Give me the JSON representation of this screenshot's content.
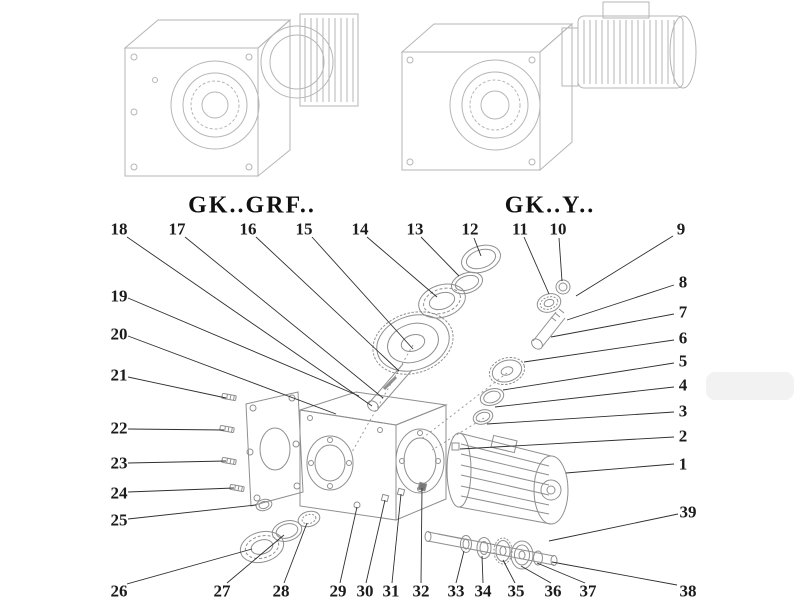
{
  "titles": {
    "left": "GK..GRF..",
    "right": "GK..Y.."
  },
  "callouts": {
    "1": "1",
    "2": "2",
    "3": "3",
    "4": "4",
    "5": "5",
    "6": "6",
    "7": "7",
    "8": "8",
    "9": "9",
    "10": "10",
    "11": "11",
    "12": "12",
    "13": "13",
    "14": "14",
    "15": "15",
    "16": "16",
    "17": "17",
    "18": "18",
    "19": "19",
    "20": "20",
    "21": "21",
    "22": "22",
    "23": "23",
    "24": "24",
    "25": "25",
    "26": "26",
    "27": "27",
    "28": "28",
    "29": "29",
    "30": "30",
    "31": "31",
    "32": "32",
    "33": "33",
    "34": "34",
    "35": "35",
    "36": "36",
    "37": "37",
    "38": "38",
    "39": "39"
  },
  "colors": {
    "background": "#ffffff",
    "leader_line": "#2f2f2f",
    "part_outline": "#8f8f8f",
    "assembled_outline": "#b6b6b6",
    "text": "#1c1c1c"
  }
}
